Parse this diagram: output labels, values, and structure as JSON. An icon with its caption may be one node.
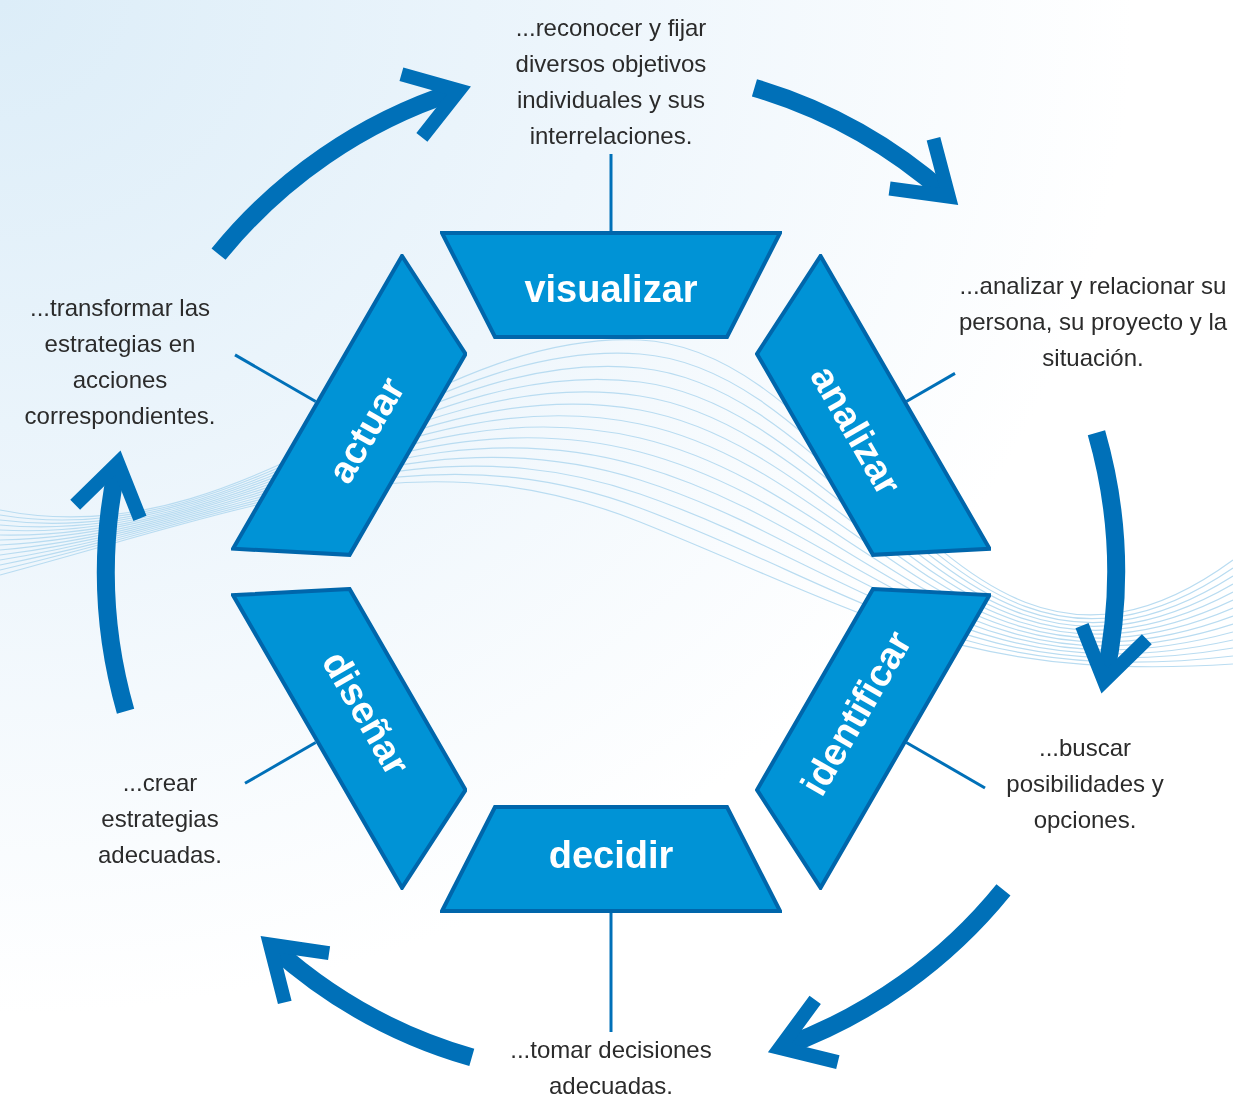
{
  "diagram": {
    "nodes": [
      {
        "text": [
          "...reconocer y fijar diversos objetivos individuales y sus interrelaciones."
        ]
      },
      {
        "text": [
          "visualizar"
        ]
      },
      {
        "text": [
          "actuar"
        ]
      },
      {
        "text": [
          "analizar"
        ]
      },
      {
        "text": [
          "...transformar las estrategias en acciones correspondientes."
        ]
      },
      {
        "text": [
          "...analizar y relacionar su persona, su proyecto y la situación."
        ]
      },
      {
        "text": [
          "diseñar"
        ]
      },
      {
        "text": [
          "identificar"
        ]
      },
      {
        "text": [
          "...crear estrategias adecuadas."
        ]
      },
      {
        "text": [
          "...buscar posibilidades y opciones."
        ]
      },
      {
        "text": [
          "decidir"
        ]
      },
      {
        "text": [
          "...tomar decisiones adecuadas."
        ]
      }
    ],
    "edges": [
      {
        "from": 0,
        "to": 1,
        "arrow": "none"
      },
      {
        "from": 4,
        "to": 2,
        "arrow": "none"
      },
      {
        "from": 5,
        "to": 3,
        "arrow": "none"
      },
      {
        "from": 8,
        "to": 6,
        "arrow": "none"
      },
      {
        "from": 9,
        "to": 7,
        "arrow": "none"
      },
      {
        "from": 11,
        "to": 10,
        "arrow": "none"
      },
      {
        "from": 0,
        "to": 5,
        "arrow": "to",
        "style": "thick"
      },
      {
        "from": 5,
        "to": 9,
        "arrow": "to",
        "style": "thick"
      },
      {
        "from": 9,
        "to": 11,
        "arrow": "to",
        "style": "thick"
      },
      {
        "from": 11,
        "to": 8,
        "arrow": "to",
        "style": "thick"
      },
      {
        "from": 8,
        "to": 4,
        "arrow": "to",
        "style": "thick"
      },
      {
        "from": 4,
        "to": 0,
        "arrow": "to",
        "style": "thick"
      }
    ]
  }
}
